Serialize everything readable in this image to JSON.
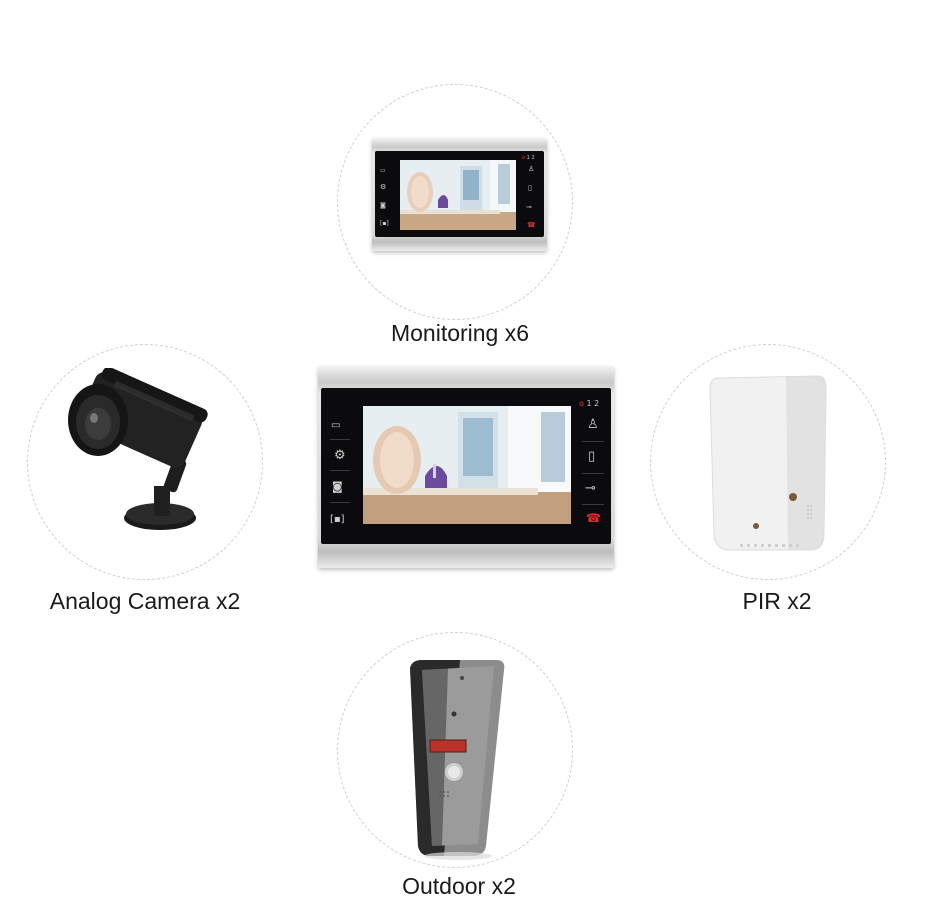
{
  "items": [
    {
      "id": "monitor",
      "label": "Monitoring x6"
    },
    {
      "id": "camera",
      "label": "Analog Camera x2"
    },
    {
      "id": "pir",
      "label": "PIR x2"
    },
    {
      "id": "outdoor",
      "label": "Outdoor x2"
    }
  ],
  "monitor_leds": [
    "o",
    "1",
    "2"
  ],
  "colors": {
    "ring": "#cfcfcf",
    "label_text": "#1a1a1a",
    "panel": "#0b0b0d",
    "unlock_red": "#d8322d",
    "doorbell_call": "#b8322b"
  },
  "icons": {
    "monitor_left": [
      "monitor-icon",
      "gear-icon",
      "camera-icon",
      "bracket-icon"
    ],
    "monitor_right": [
      "person-icon",
      "door-icon",
      "key-icon",
      "handset-icon"
    ]
  }
}
